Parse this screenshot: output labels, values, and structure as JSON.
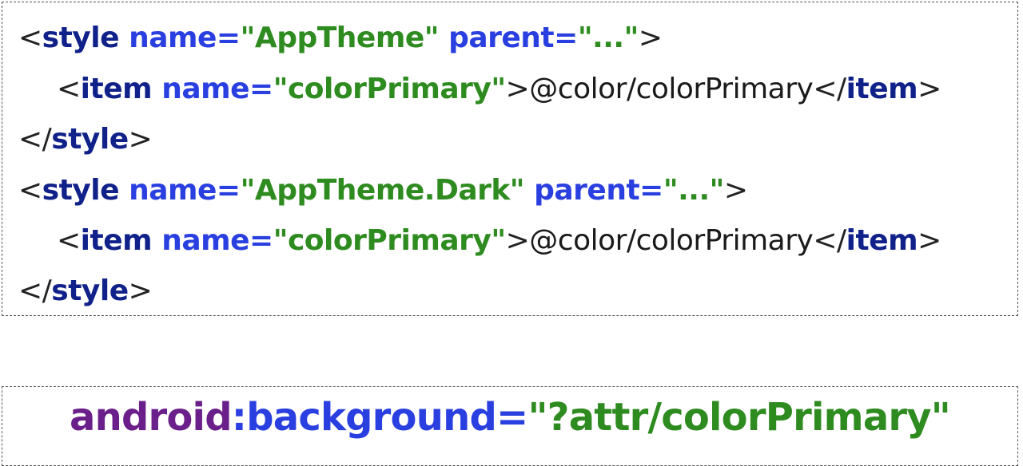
{
  "code_block": {
    "lines": [
      {
        "open": "<",
        "tag": "style",
        "attr1": " name=",
        "str1": "\"AppTheme\"",
        "attr2": " parent=",
        "str2": "\"...\"",
        "close": ">"
      },
      {
        "open": "<",
        "tag": "item",
        "attr1": " name=",
        "str1": "\"colorPrimary\"",
        "mid": ">",
        "text": "@color/colorPrimary",
        "end_open": "</",
        "end_tag": "item",
        "close": ">"
      },
      {
        "open": "</",
        "tag": "style",
        "close": ">"
      },
      {
        "open": "<",
        "tag": "style",
        "attr1": " name=",
        "str1": "\"AppTheme.Dark\"",
        "attr2": " parent=",
        "str2": "\"...\"",
        "close": ">"
      },
      {
        "open": "<",
        "tag": "item",
        "attr1": " name=",
        "str1": "\"colorPrimary\"",
        "mid": ">",
        "text": "@color/colorPrimary",
        "end_open": "</",
        "end_tag": "item",
        "close": ">"
      },
      {
        "open": "</",
        "tag": "style",
        "close": ">"
      }
    ]
  },
  "attribute_example": {
    "namespace": "android",
    "separator": ":",
    "attribute": "background",
    "equals": "=",
    "value": "\"?attr/colorPrimary\""
  },
  "colors": {
    "tag": "#10218a",
    "attribute": "#2a3fe0",
    "string": "#2e8b1f",
    "namespace": "#6a1f8a",
    "text": "#1a1a1a"
  }
}
